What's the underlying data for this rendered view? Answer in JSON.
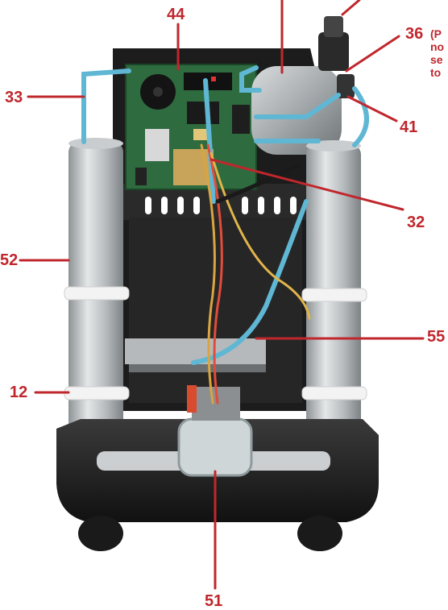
{
  "callouts": {
    "c44": "44",
    "c36": "36",
    "c33": "33",
    "c41": "41",
    "c32": "32",
    "c52": "52",
    "c55": "55",
    "c12": "12",
    "c51": "51"
  },
  "note_lines": [
    "(P",
    "no",
    "se",
    "to"
  ],
  "colors": {
    "callout": "#c0272d",
    "tubing": "#5fb7d4",
    "cylinder": "#b8bcbe",
    "housing": "#1e1e1e",
    "pcb": "#2e6b3f"
  }
}
